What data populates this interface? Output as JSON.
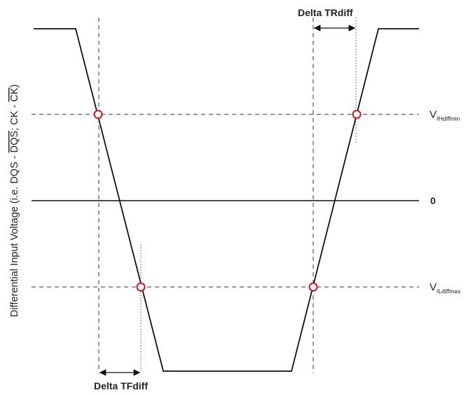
{
  "diagram": {
    "y_axis_label": {
      "prefix": "Differential Input Voltage (i.e. DQS - ",
      "dqs_bar": "DQS",
      "middle": "; CK - ",
      "ck_bar": "CK",
      "suffix": ")"
    },
    "levels": {
      "vih_main": "V",
      "vih_sub": "IHdiffmin",
      "zero": "0",
      "vil_main": "V",
      "vil_sub": "ILdiffmax"
    },
    "delta_fall": "Delta TFdiff",
    "delta_rise": "Delta TRdiff",
    "colors": {
      "line": "#111111",
      "marker": "#cc1a1a",
      "dashed": "#333333"
    }
  }
}
